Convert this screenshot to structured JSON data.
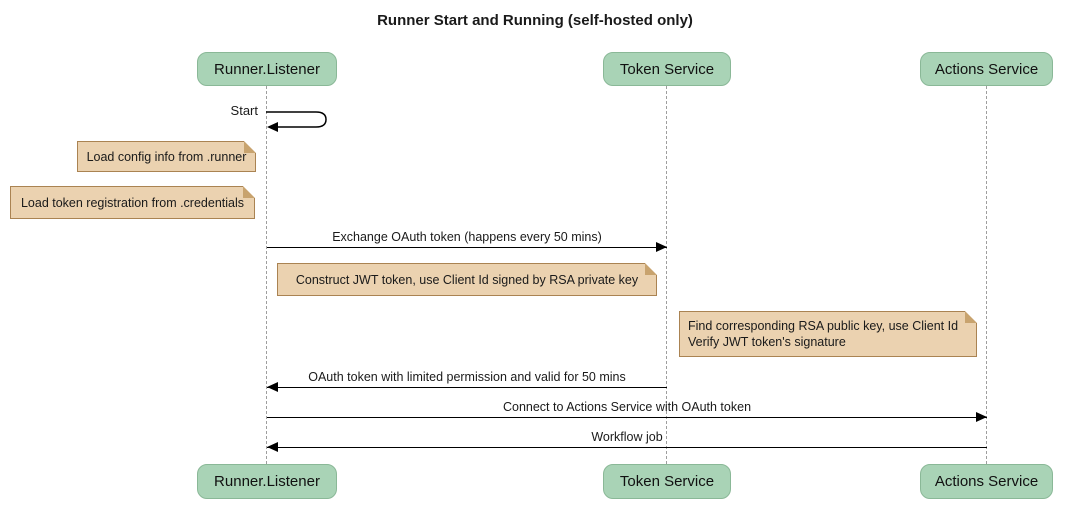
{
  "diagram": {
    "title": "Runner Start and Running (self-hosted only)",
    "participants": [
      {
        "id": "runner-listener",
        "label": "Runner.Listener"
      },
      {
        "id": "token-service",
        "label": "Token Service"
      },
      {
        "id": "actions-service",
        "label": "Actions Service"
      }
    ],
    "self_message": {
      "actor": "runner-listener",
      "label": "Start"
    },
    "notes": [
      {
        "position": "left of runner-listener",
        "lines": [
          "Load config info from .runner"
        ]
      },
      {
        "position": "left of runner-listener",
        "lines": [
          "Load token registration from .credentials"
        ]
      },
      {
        "position": "runner-listener to token-service",
        "lines": [
          "Construct JWT token, use Client Id signed by RSA private key"
        ]
      },
      {
        "position": "token-service to actions-service",
        "lines": [
          "Find corresponding RSA public key, use Client Id",
          "Verify JWT token's signature"
        ]
      }
    ],
    "messages": [
      {
        "from": "runner-listener",
        "to": "token-service",
        "label": "Exchange OAuth token (happens every 50 mins)"
      },
      {
        "from": "token-service",
        "to": "runner-listener",
        "label": "OAuth token with limited permission and valid for 50 mins"
      },
      {
        "from": "runner-listener",
        "to": "actions-service",
        "label": "Connect to Actions Service with OAuth token"
      },
      {
        "from": "actions-service",
        "to": "runner-listener",
        "label": "Workflow job"
      }
    ],
    "colors": {
      "participant_fill": "#a9d3b6",
      "participant_border": "#8ab897",
      "note_fill": "#ebd2b0",
      "note_border": "#aa8352",
      "note_fold": "#c8a36e",
      "lifeline": "#9e9e9e",
      "arrow": "#000000"
    }
  }
}
